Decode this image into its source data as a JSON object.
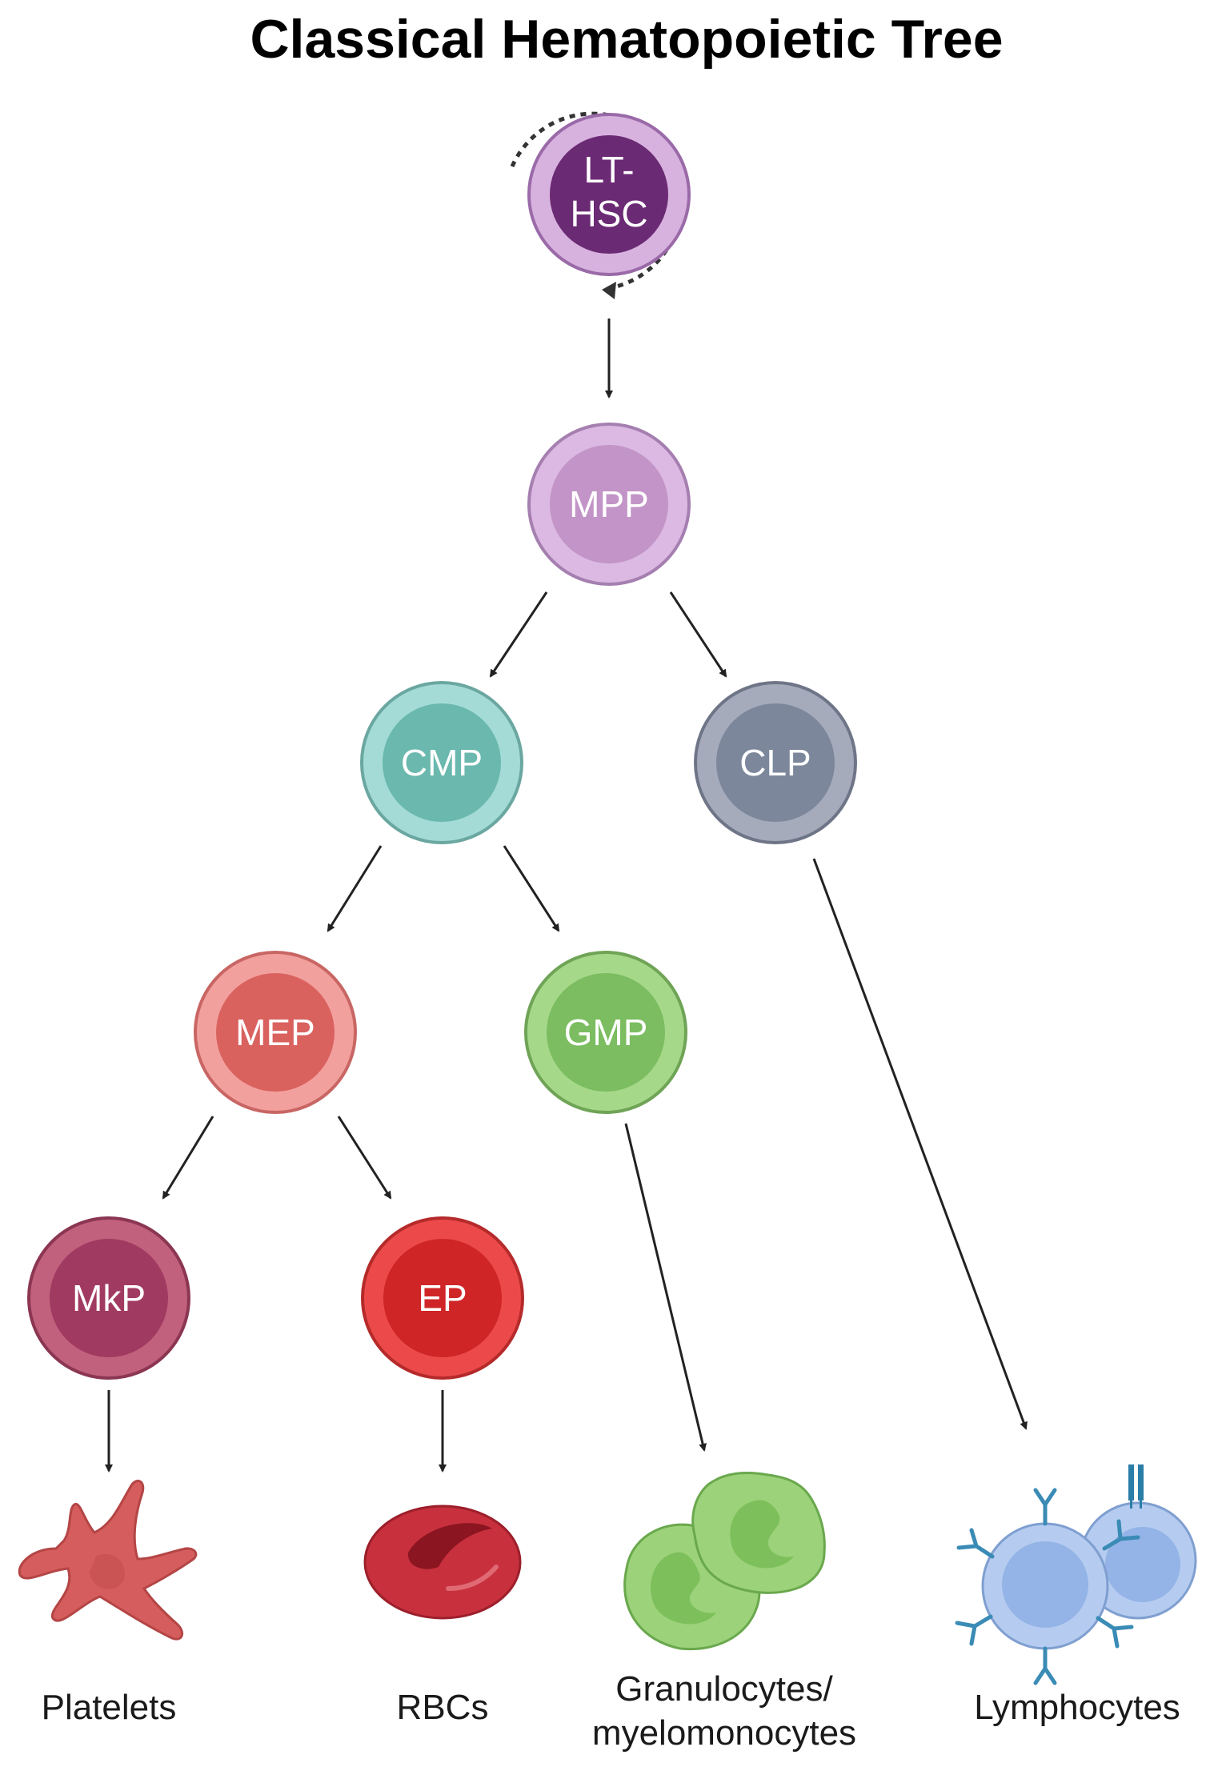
{
  "title": "Classical Hematopoietic Tree",
  "nodes": {
    "lt_hsc": {
      "line1": "LT-",
      "line2": "HSC"
    },
    "mpp": "MPP",
    "cmp": "CMP",
    "clp": "CLP",
    "mep": "MEP",
    "gmp": "GMP",
    "mkp": "MkP",
    "ep": "EP"
  },
  "outputs": {
    "platelets": "Platelets",
    "rbcs": "RBCs",
    "granulocytes_line1": "Granulocytes/",
    "granulocytes_line2": "myelomonocytes",
    "lymphocytes": "Lymphocytes"
  },
  "colors": {
    "lt_hsc": {
      "outer": "#d7b2de",
      "inner": "#6b2a74"
    },
    "mpp": {
      "outer": "#dcb9e2",
      "inner": "#c294c7"
    },
    "cmp": {
      "outer": "#a4dbd6",
      "inner": "#6ab8ae"
    },
    "clp": {
      "outer": "#a5abbb",
      "inner": "#7c879c"
    },
    "mep": {
      "outer": "#f2a09e",
      "inner": "#d9625f"
    },
    "gmp": {
      "outer": "#a6d88a",
      "inner": "#7bbd60"
    },
    "mkp": {
      "outer": "#c2617d",
      "inner": "#a13a60"
    },
    "ep": {
      "outer": "#ec4a4a",
      "inner": "#cf2527"
    },
    "platelet": "#d65d5d",
    "rbc": "#c8303d",
    "granulocyte": "#9bd27a",
    "lymphocyte": "#b5ccf0",
    "receptor": "#3a8bb5"
  }
}
